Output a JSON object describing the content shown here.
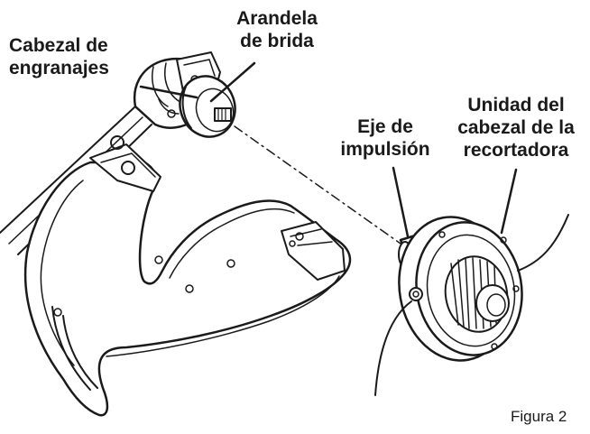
{
  "labels": {
    "flange_washer": [
      "Arandela",
      "de brida"
    ],
    "gear_head": [
      "Cabezal de",
      "engranajes"
    ],
    "drive_shaft": [
      "Eje de",
      "impulsión"
    ],
    "trimmer_head_unit": [
      "Unidad del",
      "cabezal de la",
      "recortadora"
    ]
  },
  "figure_caption": "Figura 2",
  "colors": {
    "ink": "#1a1a1a",
    "background": "#ffffff"
  }
}
